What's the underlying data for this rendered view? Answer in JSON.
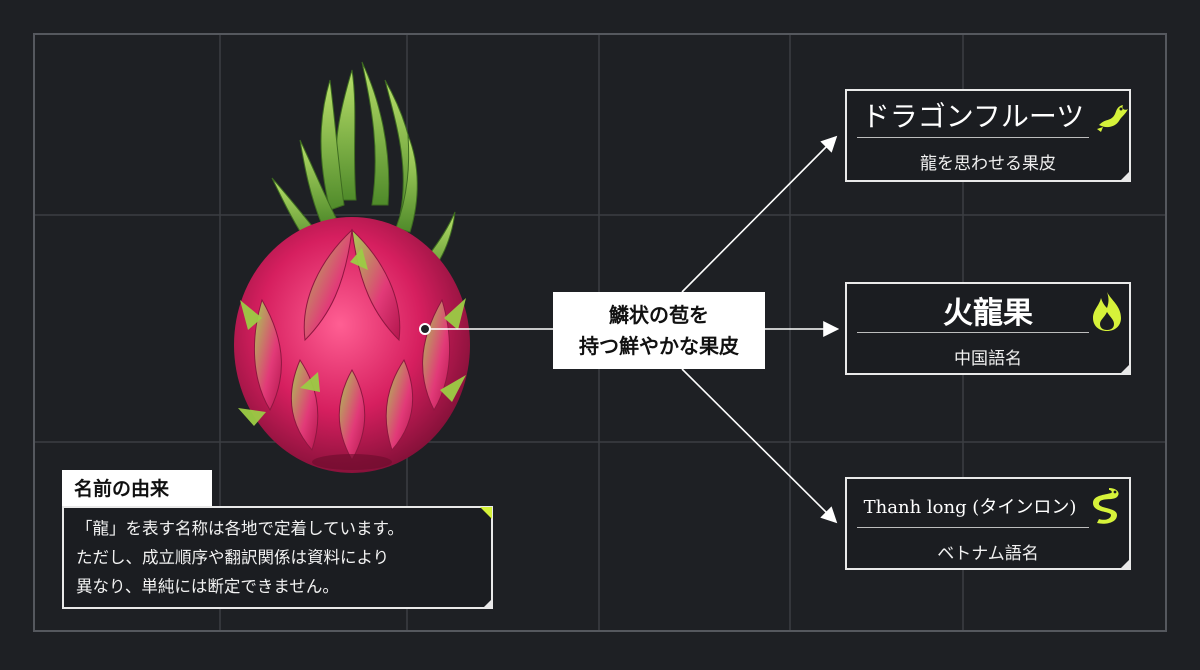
{
  "center_label": {
    "line1": "鱗状の苞を",
    "line2": "持つ鮮やかな果皮"
  },
  "names": [
    {
      "title": "ドラゴンフルーツ",
      "subtitle": "龍を思わせる果皮",
      "emblem": "dragon-breath-icon"
    },
    {
      "title": "火龍果",
      "subtitle": "中国語名",
      "emblem": "flame-icon"
    },
    {
      "title": "Thanh long (タインロン)",
      "subtitle": "ベトナム語名",
      "emblem": "coiled-dragon-icon"
    }
  ],
  "origin": {
    "heading": "名前の由来",
    "lines": [
      "「龍」を表す名称は各地で定着しています。",
      "ただし、成立順序や翻訳関係は資料により",
      "異なり、単純には断定できません。"
    ]
  },
  "colors": {
    "background": "#1e2024",
    "grid": "#3b3e43",
    "accent": "#d6f23a",
    "fruit_skin": "#d61f5f",
    "bract": "#8cbf3c"
  }
}
